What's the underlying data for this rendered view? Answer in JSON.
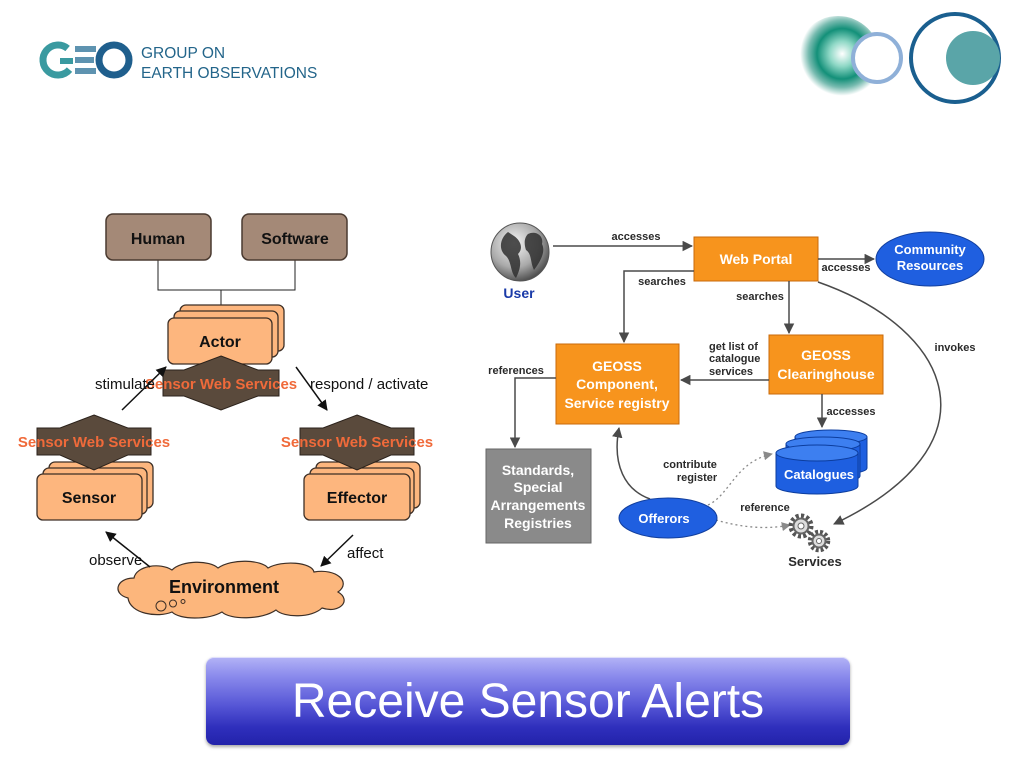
{
  "header": {
    "logo_mark": "GEO",
    "org_line1": "GROUP ON",
    "org_line2": "EARTH OBSERVATIONS"
  },
  "left_diagram": {
    "human": "Human",
    "software": "Software",
    "actor": "Actor",
    "sws_center": "Sensor Web Services",
    "sws_left": "Sensor Web Services",
    "sws_right": "Sensor Web Services",
    "stimulate": "stimulate",
    "respond": "respond / activate",
    "sensor": "Sensor",
    "effector": "Effector",
    "observe": "observe",
    "affect": "affect",
    "environment": "Environment"
  },
  "right_diagram": {
    "user": "User",
    "accesses_user": "accesses",
    "web_portal": "Web Portal",
    "accesses_community": "accesses",
    "community": [
      "Community",
      "Resources"
    ],
    "searches_left": "searches",
    "searches_down": "searches",
    "component": [
      "GEOSS",
      "Component,",
      "Service registry"
    ],
    "clearinghouse": [
      "GEOSS",
      "Clearinghouse"
    ],
    "get_list": [
      "get list of",
      "catalogue",
      "services"
    ],
    "references": "references",
    "standards": [
      "Standards,",
      "Special",
      "Arrangements",
      "Registries"
    ],
    "accesses_catalogues": "accesses",
    "catalogues": "Catalogues",
    "invokes": "invokes",
    "contribute": [
      "contribute",
      "register"
    ],
    "offerors": "Offerors",
    "reference": "reference",
    "services": "Services"
  },
  "banner": {
    "title": "Receive Sensor Alerts"
  },
  "icons": {
    "user": "globe-icon",
    "services": "gears-icon",
    "catalogues": "database-icon"
  },
  "colors": {
    "brand_teal": "#3a9aa0",
    "brand_blue": "#1f5f8d",
    "actor_box": "#a48977",
    "process_box": "#fdb67e",
    "sensor_web_services_text": "#f06a3a",
    "geoss_orange": "#f7941d",
    "entity_blue": "#1f5fe0",
    "registry_gray": "#8a8a8a",
    "banner_blue": "#2f2fbc"
  }
}
